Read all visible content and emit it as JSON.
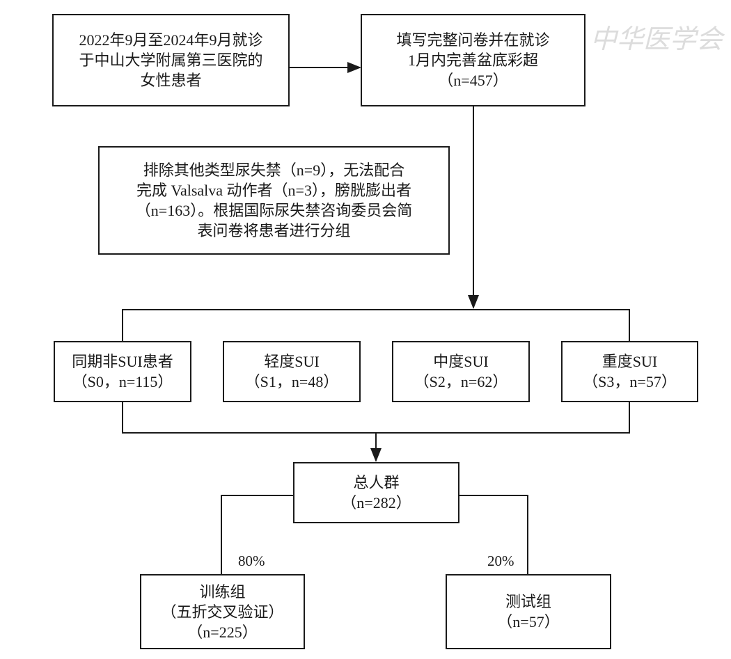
{
  "watermark": "中华医学会",
  "boxes": {
    "source": [
      "2022年9月至2024年9月就诊",
      "于中山大学附属第三医院的",
      "女性患者"
    ],
    "complete": [
      "填写完整问卷并在就诊",
      "1月内完善盆底彩超",
      "（n=457）"
    ],
    "exclusion": [
      "排除其他类型尿失禁（n=9），无法配合",
      "完成 Valsalva 动作者（n=3），膀胱膨出者",
      "（n=163）。根据国际尿失禁咨询委员会简",
      "表问卷将患者进行分组"
    ],
    "s0": [
      "同期非SUI患者",
      "（S0，n=115）"
    ],
    "s1": [
      "轻度SUI",
      "（S1，n=48）"
    ],
    "s2": [
      "中度SUI",
      "（S2，n=62）"
    ],
    "s3": [
      "重度SUI",
      "（S3，n=57）"
    ],
    "total": [
      "总人群",
      "（n=282）"
    ],
    "train": [
      "训练组",
      "（五折交叉验证）",
      "（n=225）"
    ],
    "test": [
      "测试组",
      "（n=57）"
    ]
  },
  "split": {
    "train_pct": "80%",
    "test_pct": "20%"
  }
}
